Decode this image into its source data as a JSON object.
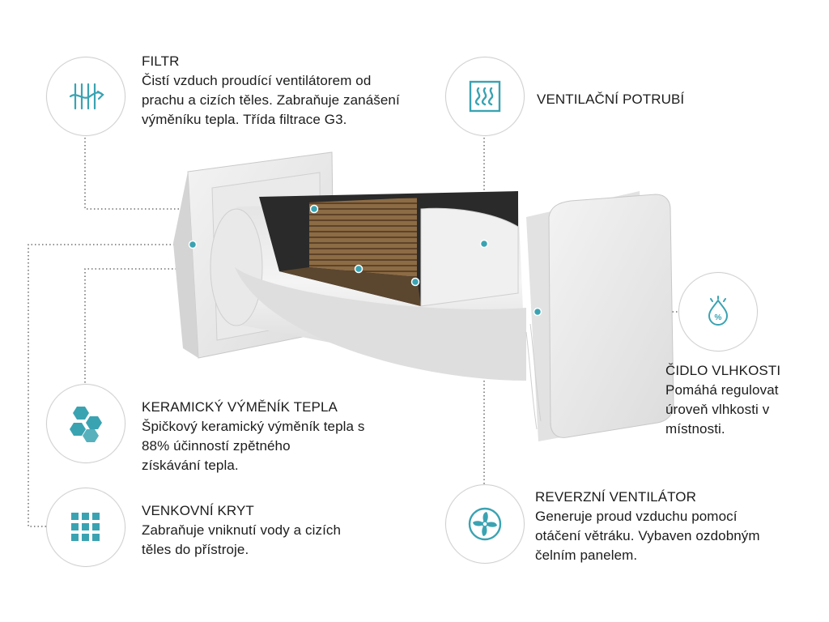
{
  "colors": {
    "accent": "#3aa3b2",
    "ring": "#cfcfcf",
    "text": "#1c1c1c",
    "device": "#eeeeee"
  },
  "callouts": [
    {
      "id": "filtr",
      "icon": "filter-icon",
      "title": "FILTR",
      "desc": "Čistí vzduch proudící ventilátorem od\nprachu a cizích těles. Zabraňuje zanášení\nvýměníku tepla. Třída filtrace G3."
    },
    {
      "id": "potrubi",
      "icon": "duct-heat-icon",
      "title": "VENTILAČNÍ POTRUBÍ",
      "desc": ""
    },
    {
      "id": "vlhkost",
      "icon": "humidity-sensor-icon",
      "title": "ČIDLO VLHKOSTI",
      "desc": "Pomáhá regulovat\núroveň vlhkosti v\nmístnosti."
    },
    {
      "id": "vymenik",
      "icon": "ceramic-exchanger-icon",
      "title": "KERAMICKÝ VÝMĚNÍK TEPLA",
      "desc": "Špičkový keramický výměník tepla s\n88% účinností zpětného\nzískávání tepla."
    },
    {
      "id": "kryt",
      "icon": "outdoor-cover-icon",
      "title": "VENKOVNÍ KRYT",
      "desc": "Zabraňuje vniknutí vody a cizích\ntěles do přístroje."
    },
    {
      "id": "ventilator",
      "icon": "reverse-fan-icon",
      "title": "REVERZNÍ VENTILÁTOR",
      "desc": "Generuje proud vzduchu pomocí\notáčení větráku. Vybaven ozdobným\nčelním panelem."
    }
  ]
}
